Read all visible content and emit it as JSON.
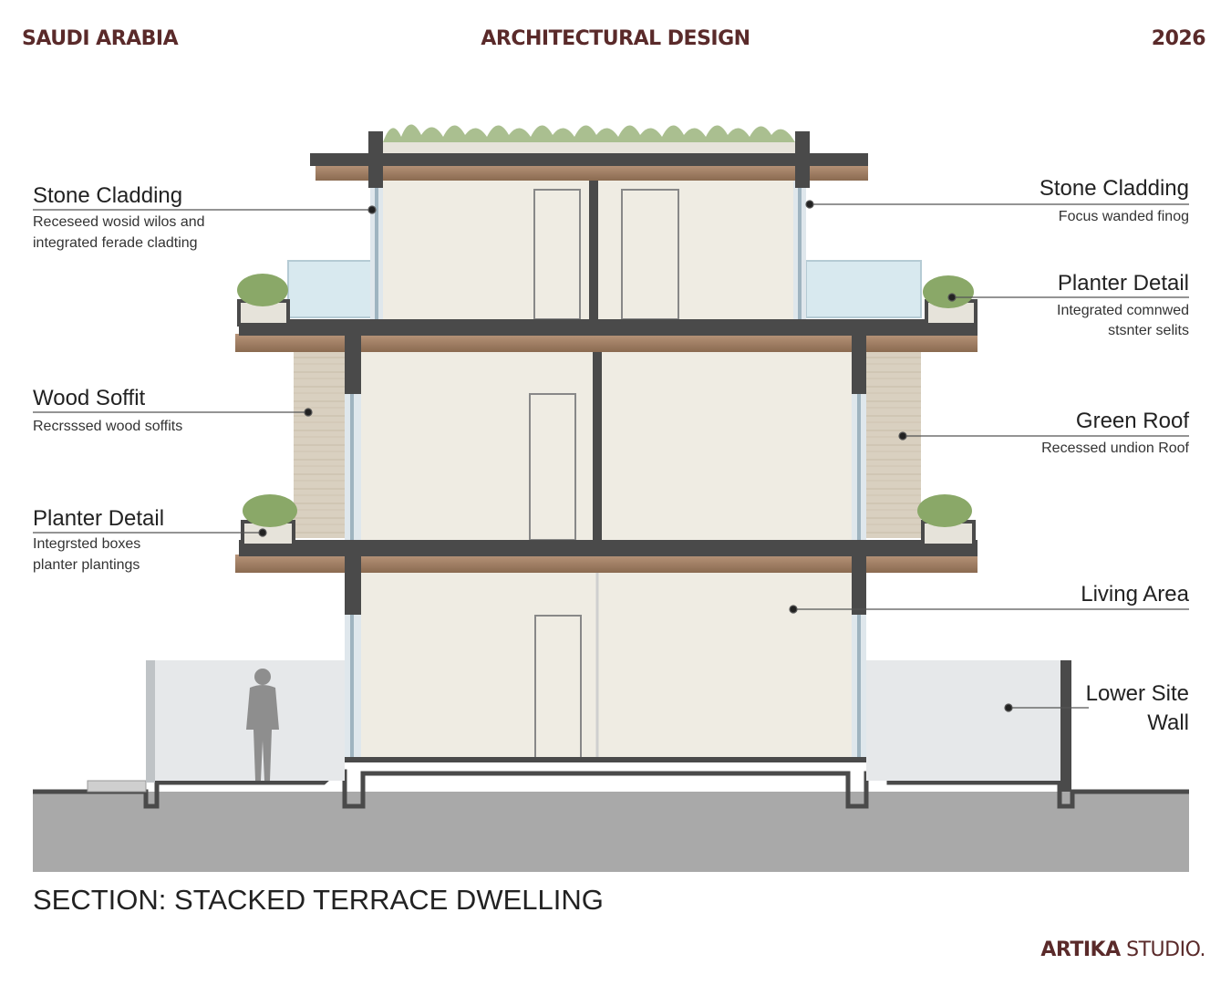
{
  "header": {
    "left": "SAUDI ARABIA",
    "center": "ARCHITECTURAL DESIGN",
    "right": "2026"
  },
  "labels": {
    "left": [
      {
        "title": "Stone Cladding",
        "sub": [
          "Receseed wosid wilos and",
          "integrated ferade cladting"
        ]
      },
      {
        "title": "Wood Soffit",
        "sub": [
          "Recrsssed wood soffits"
        ]
      },
      {
        "title": "Planter Detail",
        "sub": [
          "Integrsted boxes",
          "planter plantings"
        ]
      }
    ],
    "right": [
      {
        "title": "Stone Cladding",
        "sub": [
          "Focus wanded finog"
        ]
      },
      {
        "title": "Planter Detail",
        "sub": [
          "Integrated comnwed",
          "stsnter selits"
        ]
      },
      {
        "title": "Green Roof",
        "sub": [
          "Recessed undion Roof"
        ]
      },
      {
        "title": "Living Area",
        "sub": []
      },
      {
        "title": "Lower Site",
        "sub": [
          "Wall"
        ]
      }
    ]
  },
  "section_title": "SECTION: STACKED TERRACE DWELLING",
  "footer": {
    "brand": "ARTIKA",
    "suffix": "STUDIO."
  },
  "colors": {
    "brand": "#5a2a2a",
    "structure": "#4a4a4a",
    "wall_fill": "#efece3",
    "ground": "#a8a8a8",
    "glass": "#cfe3ea",
    "wood": "#9c7a5c",
    "stone": "#d6cdbd",
    "planting": "#8aa868"
  }
}
